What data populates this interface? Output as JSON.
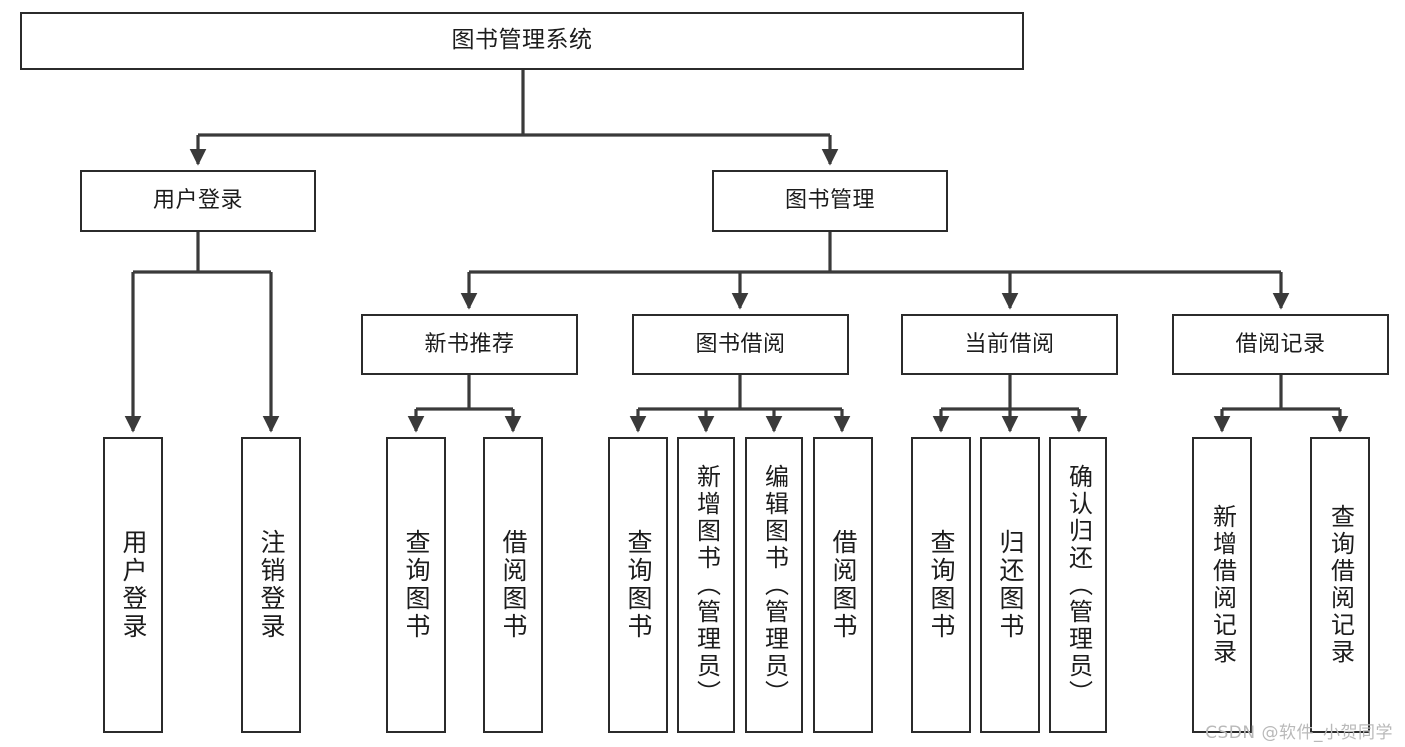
{
  "diagram": {
    "title": "图书管理系统",
    "type": "tree",
    "watermark": "CSDN @软件_小贺同学",
    "colors": {
      "box_border": "#2b2b2b",
      "box_fill": "#ffffff",
      "connector": "#3a3a3a",
      "text": "#1c1c1c",
      "watermark": "#b9b9b9",
      "background": "#ffffff"
    },
    "root": {
      "label": "图书管理系统"
    },
    "tier2": [
      {
        "label": "用户登录"
      },
      {
        "label": "图书管理"
      }
    ],
    "tier3": [
      {
        "label": "新书推荐"
      },
      {
        "label": "图书借阅"
      },
      {
        "label": "当前借阅"
      },
      {
        "label": "借阅记录"
      }
    ],
    "leaves": {
      "user_login": [
        {
          "label": "用户登录"
        },
        {
          "label": "注销登录"
        }
      ],
      "new_book_recommend": [
        {
          "label": "查询图书"
        },
        {
          "label": "借阅图书"
        }
      ],
      "book_borrow": [
        {
          "label": "查询图书"
        },
        {
          "label": "新增图书（管理员）"
        },
        {
          "label": "编辑图书（管理员）"
        },
        {
          "label": "借阅图书"
        }
      ],
      "current_borrow": [
        {
          "label": "查询图书"
        },
        {
          "label": "归还图书"
        },
        {
          "label": "确认归还（管理员）"
        }
      ],
      "borrow_record": [
        {
          "label": "新增借阅记录"
        },
        {
          "label": "查询借阅记录"
        }
      ]
    }
  }
}
